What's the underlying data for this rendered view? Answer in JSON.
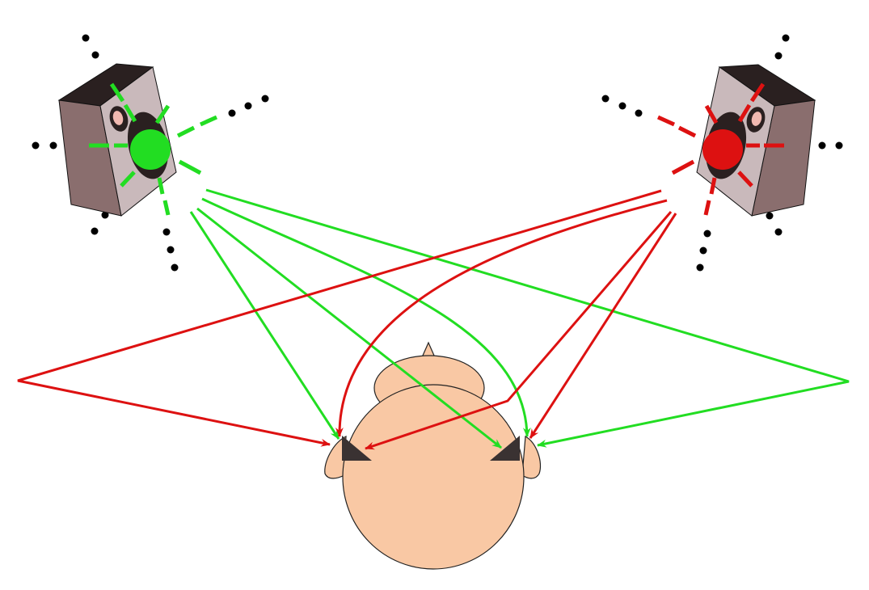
{
  "colors": {
    "background": "#ffffff",
    "left_channel": "#22dd22",
    "right_channel": "#dd1111",
    "skin": "#f9c8a4",
    "outline": "#222222",
    "speaker_front": "#c9b9bb",
    "speaker_side": "#8a6e6e",
    "speaker_top": "#2a2020",
    "eye": "#3a3232",
    "dots": "#000000"
  },
  "elements": {
    "left_speaker": {
      "icon": "speaker-icon",
      "channel": "left",
      "indicator_color": "green"
    },
    "right_speaker": {
      "icon": "speaker-icon",
      "channel": "right",
      "indicator_color": "red"
    },
    "listener": {
      "icon": "head-top-view-icon",
      "ears": 2,
      "eyes": 2
    },
    "sound_paths": {
      "left_channel_paths": 4,
      "right_channel_paths": 4,
      "wall_reflections": 2
    }
  }
}
